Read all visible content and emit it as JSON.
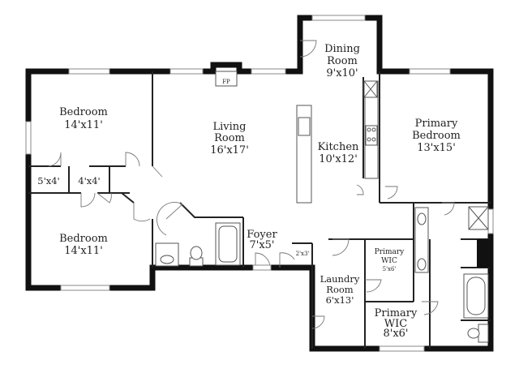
{
  "rooms": {
    "dining": {
      "name_1": "Dining",
      "name_2": "Room",
      "size": "9'x10'"
    },
    "bedroom_upper": {
      "name": "Bedroom",
      "size": "14'x11'"
    },
    "living": {
      "name_1": "Living",
      "name_2": "Room",
      "size": "16'x17'"
    },
    "kitchen": {
      "name": "Kitchen",
      "size": "10'x12'"
    },
    "primary_bedroom": {
      "name_1": "Primary",
      "name_2": "Bedroom",
      "size": "13'x15'"
    },
    "closet_a": {
      "size": "5'x4'"
    },
    "closet_b": {
      "size": "4'x4'"
    },
    "bedroom_lower": {
      "name": "Bedroom",
      "size": "14'x11'"
    },
    "foyer": {
      "name": "Foyer",
      "size": "7'x5'"
    },
    "foyer_closet": {
      "size": "2'x3'"
    },
    "primary_wic_small": {
      "name_1": "Primary",
      "name_2": "WIC",
      "size": "5'x6'"
    },
    "laundry": {
      "name_1": "Laundry",
      "name_2": "Room",
      "size": "6'x13'"
    },
    "primary_wic_large": {
      "name_1": "Primary",
      "name_2": "WIC",
      "size": "8'x6'"
    }
  },
  "fireplace": {
    "label": "FP"
  }
}
